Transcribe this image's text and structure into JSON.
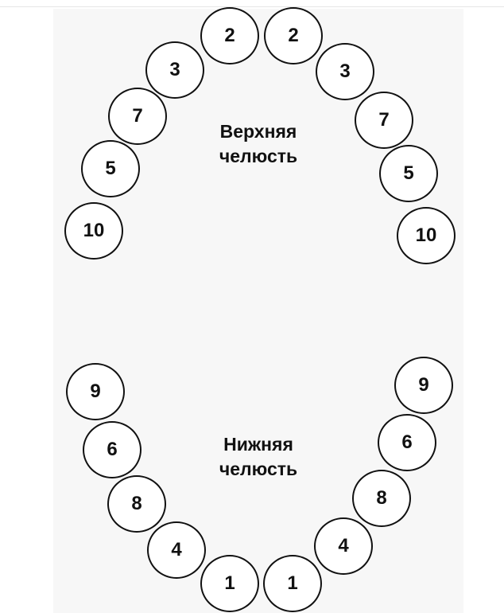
{
  "upper_jaw": {
    "label_line1": "Верхняя",
    "label_line2": "челюсть",
    "left": [
      "2",
      "3",
      "7",
      "5",
      "10"
    ],
    "right": [
      "2",
      "3",
      "7",
      "5",
      "10"
    ]
  },
  "lower_jaw": {
    "label_line1": "Нижняя",
    "label_line2": "челюсть",
    "left": [
      "9",
      "6",
      "8",
      "4",
      "1"
    ],
    "right": [
      "9",
      "6",
      "8",
      "4",
      "1"
    ]
  }
}
